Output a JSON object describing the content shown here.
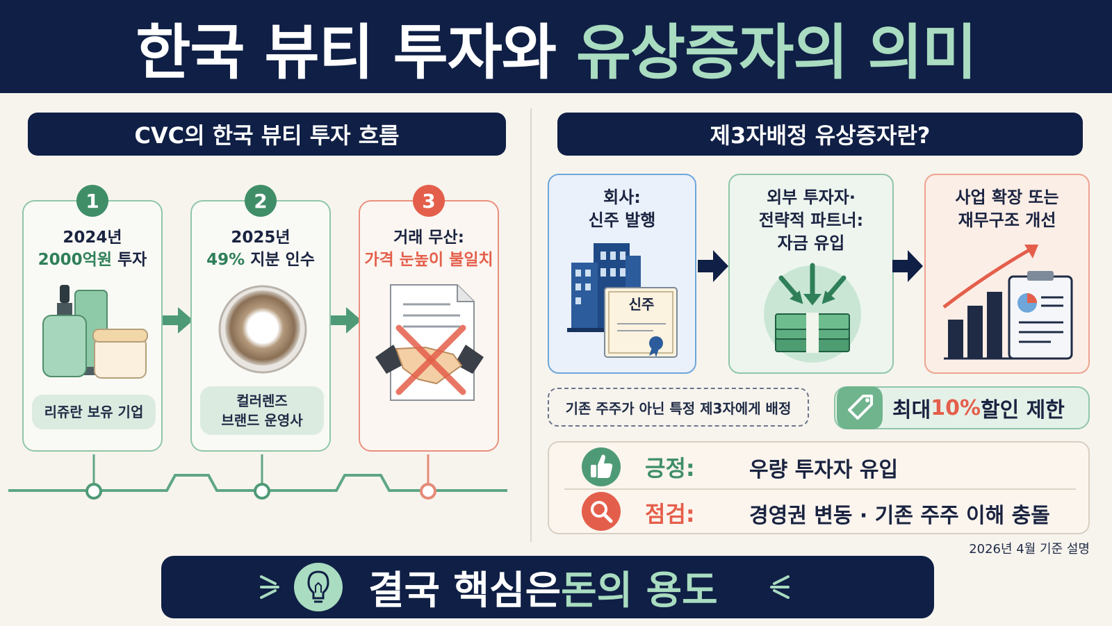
{
  "header": {
    "title_main": "한국 뷰티 투자와 ",
    "title_highlight": "유상증자의 의미"
  },
  "left": {
    "heading": "CVC의 한국 뷰티 투자 흐름",
    "steps": [
      {
        "number": "1",
        "line1": "2024년",
        "line2_hl": "2000억원",
        "line2_rest": " 투자",
        "tag": "리쥬란 보유 기업"
      },
      {
        "number": "2",
        "line1": "2025년",
        "line2_hl": "49%",
        "line2_rest": " 지분 인수",
        "tag_line1": "컬러렌즈",
        "tag_line2": "브랜드 운영사"
      },
      {
        "number": "3",
        "line1": "거래 무산:",
        "line2_hl": "가격 눈높이 불일치"
      }
    ]
  },
  "right": {
    "heading": "제3자배정 유상증자란?",
    "boxes": [
      {
        "line1": "회사:",
        "line2": "신주 발행",
        "cert_label": "신주"
      },
      {
        "line1": "외부 투자자·",
        "line2": "전략적 파트너:",
        "line3": "자금 유입"
      },
      {
        "line1": "사업 확장 또는",
        "line2": "재무구조 개선"
      }
    ],
    "dashed_note": "기존 주주가 아닌 특정 제3자에게 배정",
    "discount": {
      "pre": "최대 ",
      "hl": "10%",
      "post": " 할인 제한"
    },
    "positive": {
      "label": "긍정:",
      "value": "우량 투자자 유입"
    },
    "check": {
      "label": "점검:",
      "value": "경영권 변동 · 기존 주주 이해 충돌"
    },
    "footnote": "2026년 4월 기준 설명"
  },
  "bottom": {
    "text_main": "결국 핵심은 ",
    "text_hl": "돈의 용도"
  },
  "colors": {
    "navy": "#0f1f45",
    "green": "#3f8e68",
    "mint": "#a9dcc0",
    "red": "#e45f4b",
    "cream": "#f7f4ee"
  }
}
